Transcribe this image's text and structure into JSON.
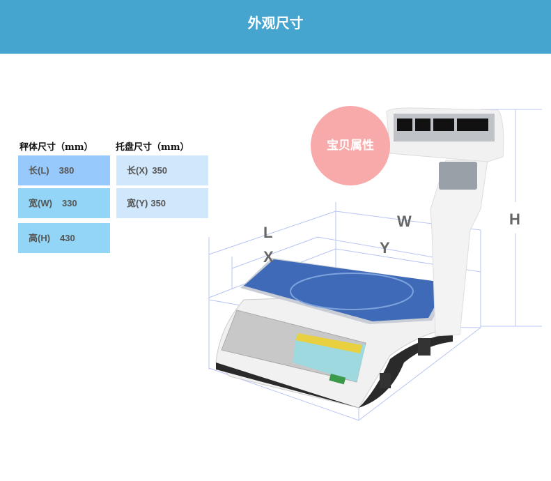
{
  "header": {
    "title": "外观尺寸"
  },
  "body_size": {
    "title": "秤体尺寸（mm）",
    "rows": [
      {
        "label": "长(L)",
        "value": "380"
      },
      {
        "label": "宽(W)",
        "value": "330"
      },
      {
        "label": "高(H)",
        "value": "430"
      }
    ]
  },
  "tray_size": {
    "title": "托盘尺寸（mm）",
    "rows": [
      {
        "label": "长(X)",
        "value": "350"
      },
      {
        "label": "宽(Y)",
        "value": "350"
      }
    ]
  },
  "badge": {
    "text": "宝贝属性"
  },
  "dimension_labels": {
    "l": "L",
    "w": "W",
    "x": "X",
    "y": "Y",
    "h": "H"
  },
  "colors": {
    "header": "#45a5cf",
    "badge": "#f8aaab",
    "cell_primary": "#97c9fc",
    "cell_body": "#93d5f6",
    "cell_tray": "#d1e8fc"
  }
}
